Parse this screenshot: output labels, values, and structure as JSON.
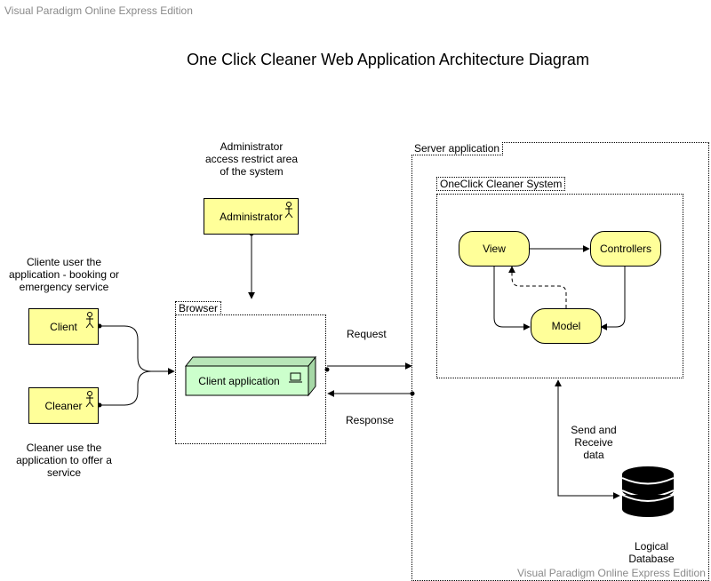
{
  "watermark": {
    "top": "Visual Paradigm Online Express Edition",
    "bottom": "Visual Paradigm Online Express Edition"
  },
  "title": "One Click Cleaner Web Application Architecture Diagram",
  "notes": {
    "administrator": [
      "Administrator",
      "access restrict area",
      "of the system"
    ],
    "client": [
      "Cliente user the",
      "application - booking or",
      "emergency service"
    ],
    "cleaner": [
      "Cleaner use the",
      "application to offer a",
      "service"
    ],
    "database": [
      "Send and",
      "Receive",
      "data"
    ]
  },
  "actors": {
    "administrator": "Administrator",
    "client": "Client",
    "cleaner": "Cleaner"
  },
  "browser": {
    "label": "Browser",
    "client_app": "Client application"
  },
  "server": {
    "label": "Server application",
    "system_label": "OneClick Cleaner System",
    "view": "View",
    "controllers": "Controllers",
    "model": "Model"
  },
  "edges": {
    "request": "Request",
    "response": "Response"
  },
  "database": {
    "label_line1": "Logical",
    "label_line2": "Database"
  },
  "colors": {
    "actor_fill": "#ffff99",
    "node_fill": "#ccffcc",
    "edge": "#000000"
  }
}
